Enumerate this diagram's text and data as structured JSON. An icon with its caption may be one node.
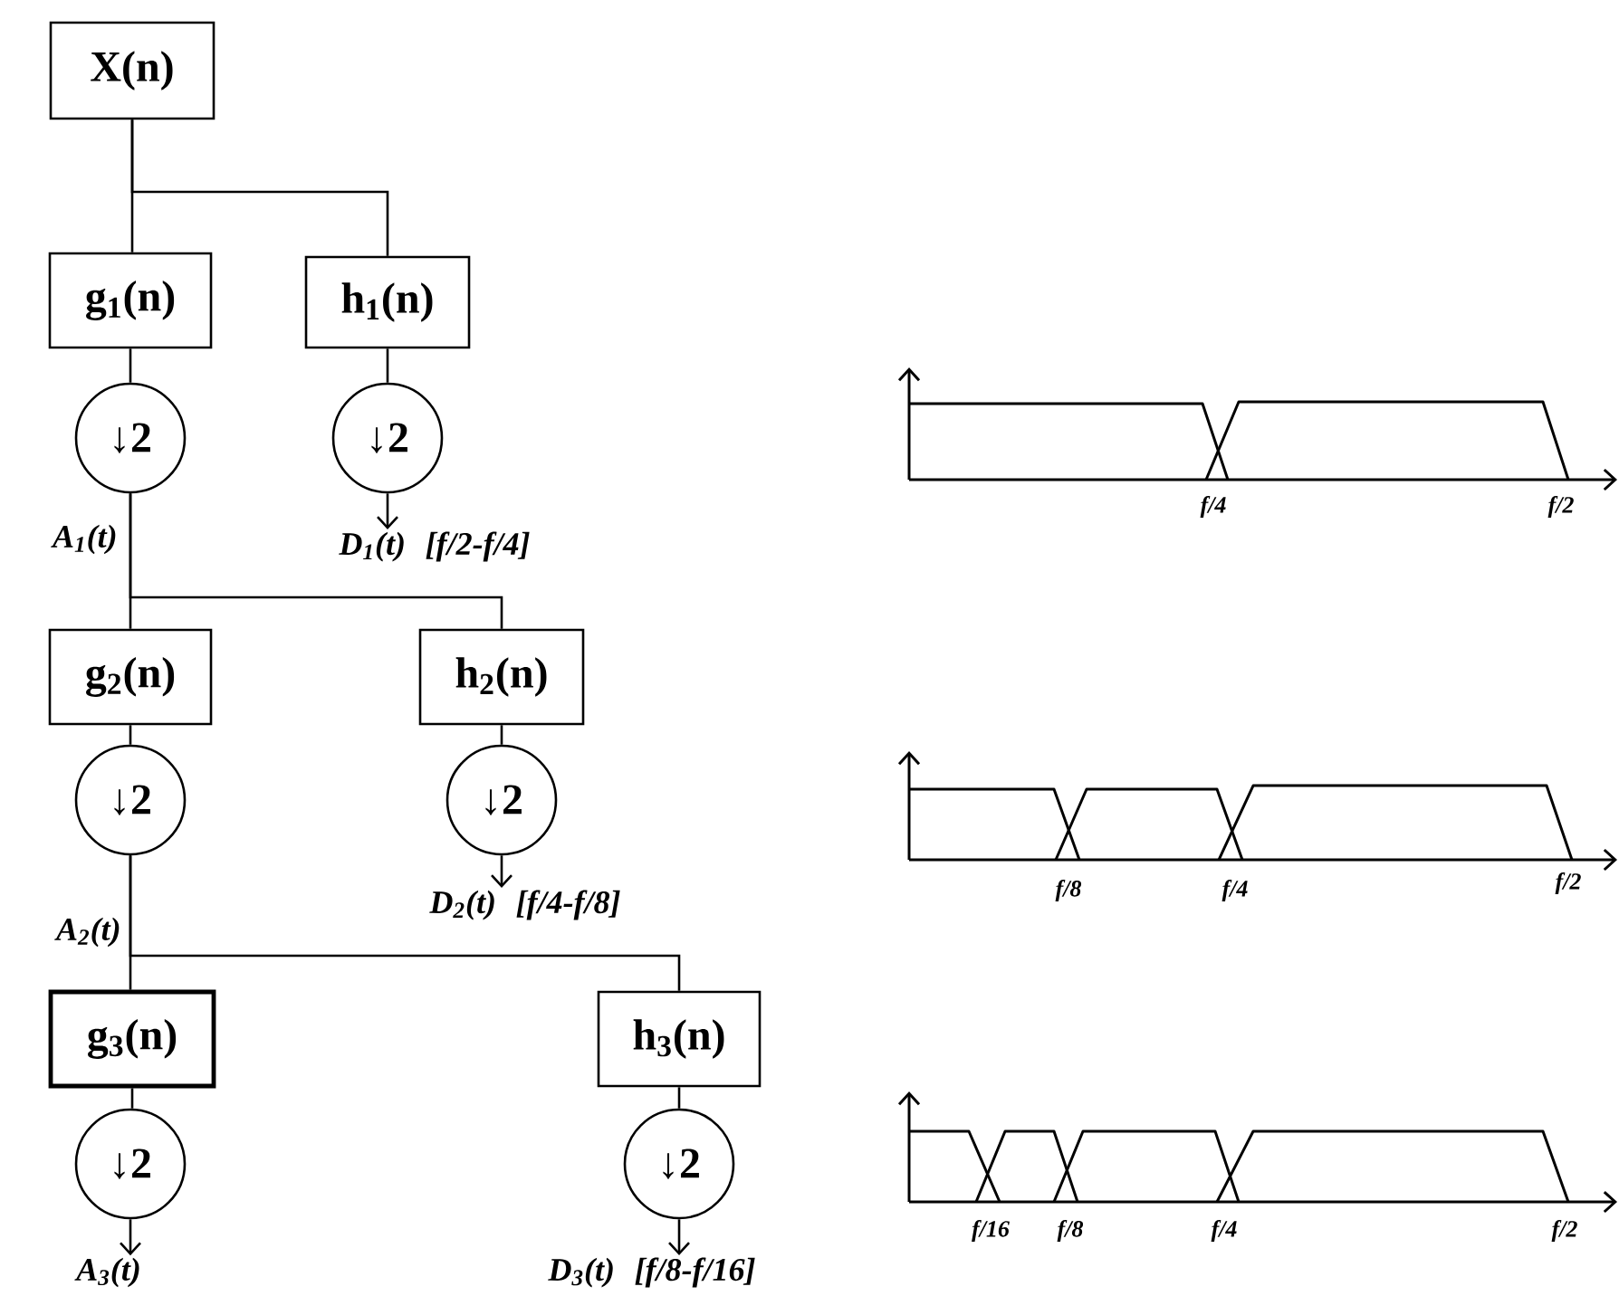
{
  "diagram": {
    "nodes": [
      {
        "text": [
          "X(n)"
        ]
      },
      {
        "text": [
          "g$_{1}$(n)"
        ]
      },
      {
        "text": [
          "h$_{1}$(n)"
        ]
      },
      {
        "text": [
          "↓2"
        ]
      },
      {
        "text": [
          "↓2"
        ]
      },
      {
        "text": [
          "D$_{1}$(t)",
          "[f/2-f/4]"
        ]
      },
      {
        "text": [
          "g$_{2}$(n)"
        ]
      },
      {
        "text": [
          "h$_{2}$(n)"
        ]
      },
      {
        "text": [
          "↓2"
        ]
      },
      {
        "text": [
          "↓2"
        ]
      },
      {
        "text": [
          "D$_{2}$(t)",
          "[f/4-f/8]"
        ]
      },
      {
        "text": [
          "g$_{3}$(n)"
        ]
      },
      {
        "text": [
          "h$_{3}$(n)"
        ]
      },
      {
        "text": [
          "↓2"
        ]
      },
      {
        "text": [
          "↓2"
        ]
      },
      {
        "text": [
          "A$_{3}$(t)"
        ]
      },
      {
        "text": [
          "D$_{3}$(t)",
          "[f/8-f/16]"
        ]
      }
    ],
    "edges": [
      {
        "from": 0,
        "to": 1,
        "arrow": "none"
      },
      {
        "from": 0,
        "to": 2,
        "arrow": "none"
      },
      {
        "from": 1,
        "to": 3,
        "arrow": "none"
      },
      {
        "from": 2,
        "to": 4,
        "arrow": "none"
      },
      {
        "from": 4,
        "to": 5,
        "arrow": "to"
      },
      {
        "from": 3,
        "to": 6,
        "arrow": "none",
        "label": "A$_{1}$(t)"
      },
      {
        "from": 3,
        "to": 7,
        "arrow": "none"
      },
      {
        "from": 6,
        "to": 8,
        "arrow": "none"
      },
      {
        "from": 7,
        "to": 9,
        "arrow": "none"
      },
      {
        "from": 9,
        "to": 10,
        "arrow": "to"
      },
      {
        "from": 8,
        "to": 11,
        "arrow": "none",
        "label": "A$_{2}$(t)"
      },
      {
        "from": 8,
        "to": 12,
        "arrow": "none"
      },
      {
        "from": 11,
        "to": 13,
        "arrow": "none"
      },
      {
        "from": 12,
        "to": 14,
        "arrow": "none"
      },
      {
        "from": 13,
        "to": 15,
        "arrow": "to"
      },
      {
        "from": 14,
        "to": 16,
        "arrow": "to"
      }
    ],
    "labels": [
      "f/4",
      "f/2",
      "f/8",
      "f/4",
      "f/2",
      "f/16",
      "f/8",
      "f/4",
      "f/2"
    ]
  }
}
